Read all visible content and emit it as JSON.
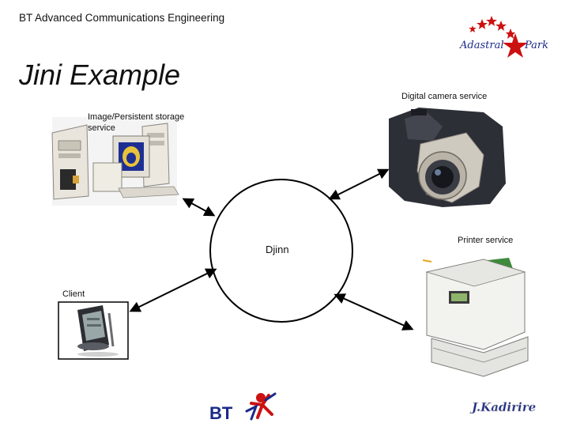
{
  "header": {
    "org": "BT Advanced Communications Engineering"
  },
  "slide": {
    "title": "Jini Example"
  },
  "nodes": {
    "storage": {
      "label": "Image/Persistent  storage service"
    },
    "camera": {
      "label": "Digital camera service"
    },
    "printer": {
      "label": "Printer service"
    },
    "client": {
      "label": "Client"
    },
    "hub": {
      "label": "Djinn"
    }
  },
  "logos": {
    "adastral": {
      "left_word": "Adastral",
      "right_word": "Park",
      "color": "#1a2a8a",
      "star_color": "#cc1111"
    },
    "bt": {
      "text": "BT",
      "color": "#1a2a8a"
    },
    "signature": {
      "text": "J.Kadirire",
      "color": "#1a2a8a"
    }
  }
}
